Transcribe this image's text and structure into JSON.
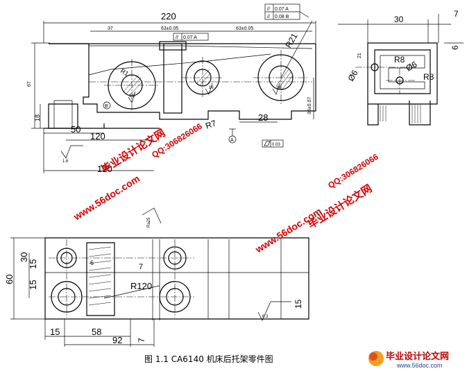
{
  "caption": "图 1.1  CA6140 机床后托架零件图",
  "watermarks": {
    "site": "www.56doc.com",
    "qq": "QQ:306826066",
    "cn": "毕业设计论文网"
  },
  "logo": {
    "text": "毕业设计论文网",
    "url": "www.56doc.com"
  },
  "front_view": {
    "dims": {
      "overall_width": "220",
      "left_spacing": "37",
      "spacing_mid": "63±0.05",
      "spacing_right": "63±0.05",
      "height": "67",
      "foot": "18",
      "base_50": "50",
      "base_120": "120",
      "base_120b": "120",
      "r21": "R21",
      "r7": "R7",
      "w28": "28",
      "h36": "36±0.07",
      "r1": "R1",
      "v16a": "16",
      "v15": "1.5",
      "v16b": "16",
      "v16c": "1.6",
      "datum_a": "A",
      "datum_b": "B",
      "flat": "0.03",
      "tol1": "0.07 A",
      "tol2a": "0.07 A",
      "tol2b": "0.08 B"
    }
  },
  "side_view": {
    "dims": {
      "w30": "30",
      "w7": "7",
      "h6": "6",
      "r8a": "R8",
      "r8b": "R8",
      "d6a": "Ø6",
      "d6b": "Ø6",
      "h21": "21"
    }
  },
  "top_view": {
    "dims": {
      "h60": "60",
      "h30": "30",
      "h15a": "15",
      "h15b": "15",
      "w15": "15",
      "w58": "58",
      "w92": "92",
      "w7": "7",
      "r120": "R120",
      "v6": "6",
      "v7": "7",
      "v15r": "15",
      "ra": "Ra25",
      "ra2": "6.3"
    }
  }
}
